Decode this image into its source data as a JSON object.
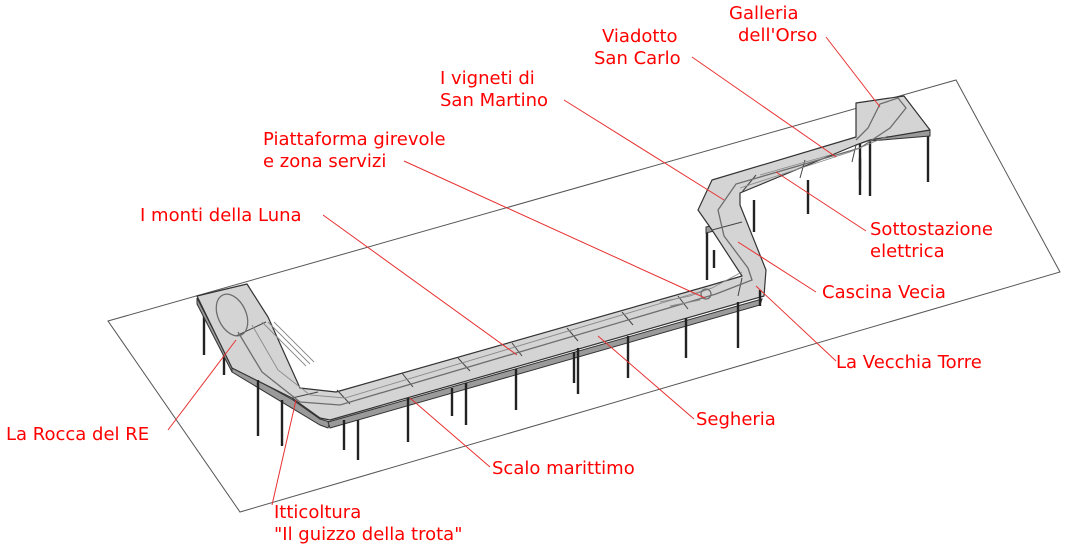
{
  "diagram": {
    "labels": [
      {
        "id": "galleria-orso",
        "lines": [
          "Galleria",
          "dell'Orso"
        ]
      },
      {
        "id": "viadotto-san-carlo",
        "lines": [
          "Viadotto",
          "San Carlo"
        ]
      },
      {
        "id": "vigneti-san-martino",
        "lines": [
          "I vigneti di",
          "San Martino"
        ]
      },
      {
        "id": "piattaforma-girevole",
        "lines": [
          "Piattaforma girevole",
          "e zona servizi"
        ]
      },
      {
        "id": "monti-luna",
        "lines": [
          "I monti della Luna"
        ]
      },
      {
        "id": "sottostazione-elettrica",
        "lines": [
          "Sottostazione",
          "elettrica"
        ]
      },
      {
        "id": "cascina-vecia",
        "lines": [
          "Cascina Vecia"
        ]
      },
      {
        "id": "vecchia-torre",
        "lines": [
          "La Vecchia Torre"
        ]
      },
      {
        "id": "segheria",
        "lines": [
          "Segheria"
        ]
      },
      {
        "id": "scalo-marittimo",
        "lines": [
          "Scalo marittimo"
        ]
      },
      {
        "id": "rocca-re",
        "lines": [
          "La Rocca del RE"
        ]
      },
      {
        "id": "itticoltura",
        "lines": [
          "Itticoltura",
          "\"Il guizzo della trota\""
        ]
      }
    ],
    "colors": {
      "label": "#ff0000",
      "leader": "#e83030",
      "deck": "#d4d4d4",
      "outline": "#333333"
    }
  }
}
